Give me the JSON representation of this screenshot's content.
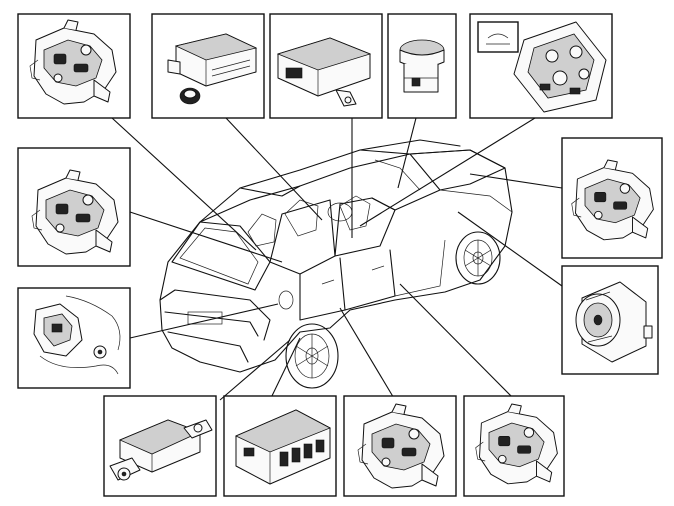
{
  "diagram": {
    "callouts": [
      {
        "id": "rear-left-door-lock",
        "icon": "door-lock-module-icon"
      },
      {
        "id": "control-module-box",
        "icon": "control-module-icon"
      },
      {
        "id": "ecu-with-bracket",
        "icon": "ecu-bracket-icon"
      },
      {
        "id": "switch-button",
        "icon": "push-switch-icon"
      },
      {
        "id": "climate-control-panel",
        "icon": "climate-panel-icon"
      },
      {
        "id": "left-side-lock",
        "icon": "door-lock-module-icon"
      },
      {
        "id": "tailgate-lock",
        "icon": "tailgate-lock-icon"
      },
      {
        "id": "right-front-lock",
        "icon": "door-lock-module-icon"
      },
      {
        "id": "alarm-siren",
        "icon": "siren-icon"
      },
      {
        "id": "antenna-module",
        "icon": "antenna-module-icon"
      },
      {
        "id": "central-electronic-module",
        "icon": "connector-module-icon"
      },
      {
        "id": "front-left-door-lock",
        "icon": "door-lock-module-icon"
      },
      {
        "id": "front-right-door-lock",
        "icon": "door-lock-module-icon"
      }
    ]
  }
}
